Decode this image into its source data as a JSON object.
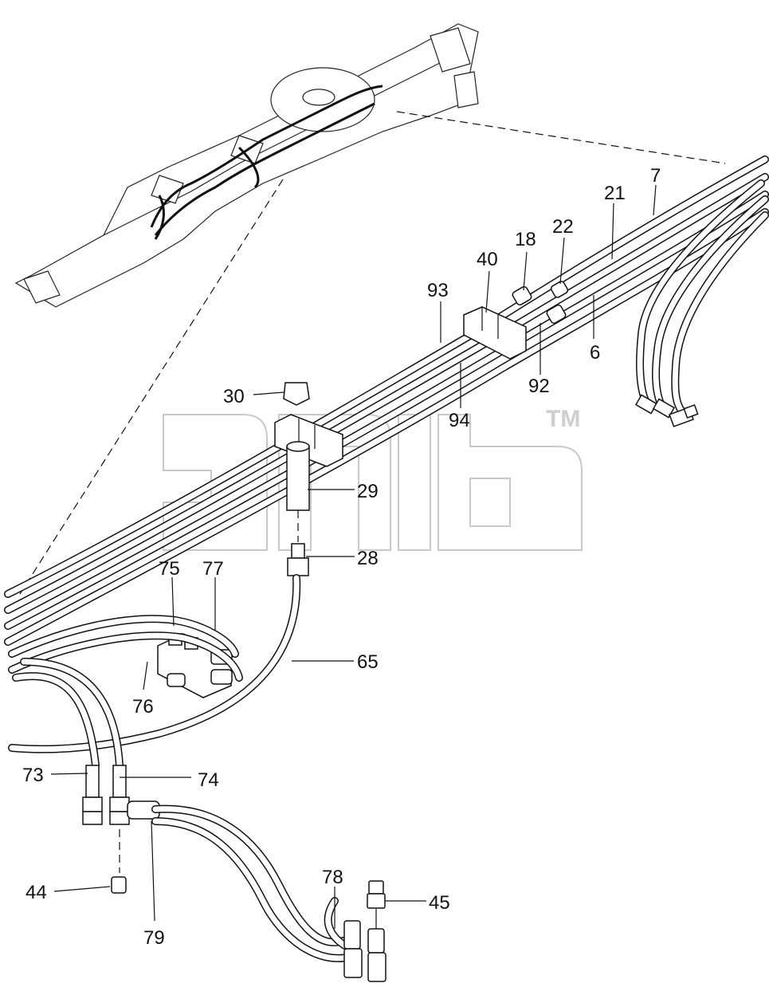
{
  "diagram": {
    "watermark_mark": "TM",
    "callouts": [
      {
        "id": "c7",
        "label": "7"
      },
      {
        "id": "c21",
        "label": "21"
      },
      {
        "id": "c22",
        "label": "22"
      },
      {
        "id": "c18",
        "label": "18"
      },
      {
        "id": "c40",
        "label": "40"
      },
      {
        "id": "c93",
        "label": "93"
      },
      {
        "id": "c6",
        "label": "6"
      },
      {
        "id": "c92",
        "label": "92"
      },
      {
        "id": "c94",
        "label": "94"
      },
      {
        "id": "c30",
        "label": "30"
      },
      {
        "id": "c29",
        "label": "29"
      },
      {
        "id": "c28",
        "label": "28"
      },
      {
        "id": "c75",
        "label": "75"
      },
      {
        "id": "c77",
        "label": "77"
      },
      {
        "id": "c65",
        "label": "65"
      },
      {
        "id": "c76",
        "label": "76"
      },
      {
        "id": "c73",
        "label": "73"
      },
      {
        "id": "c74",
        "label": "74"
      },
      {
        "id": "c44",
        "label": "44"
      },
      {
        "id": "c79",
        "label": "79"
      },
      {
        "id": "c78",
        "label": "78"
      },
      {
        "id": "c45",
        "label": "45"
      }
    ]
  }
}
